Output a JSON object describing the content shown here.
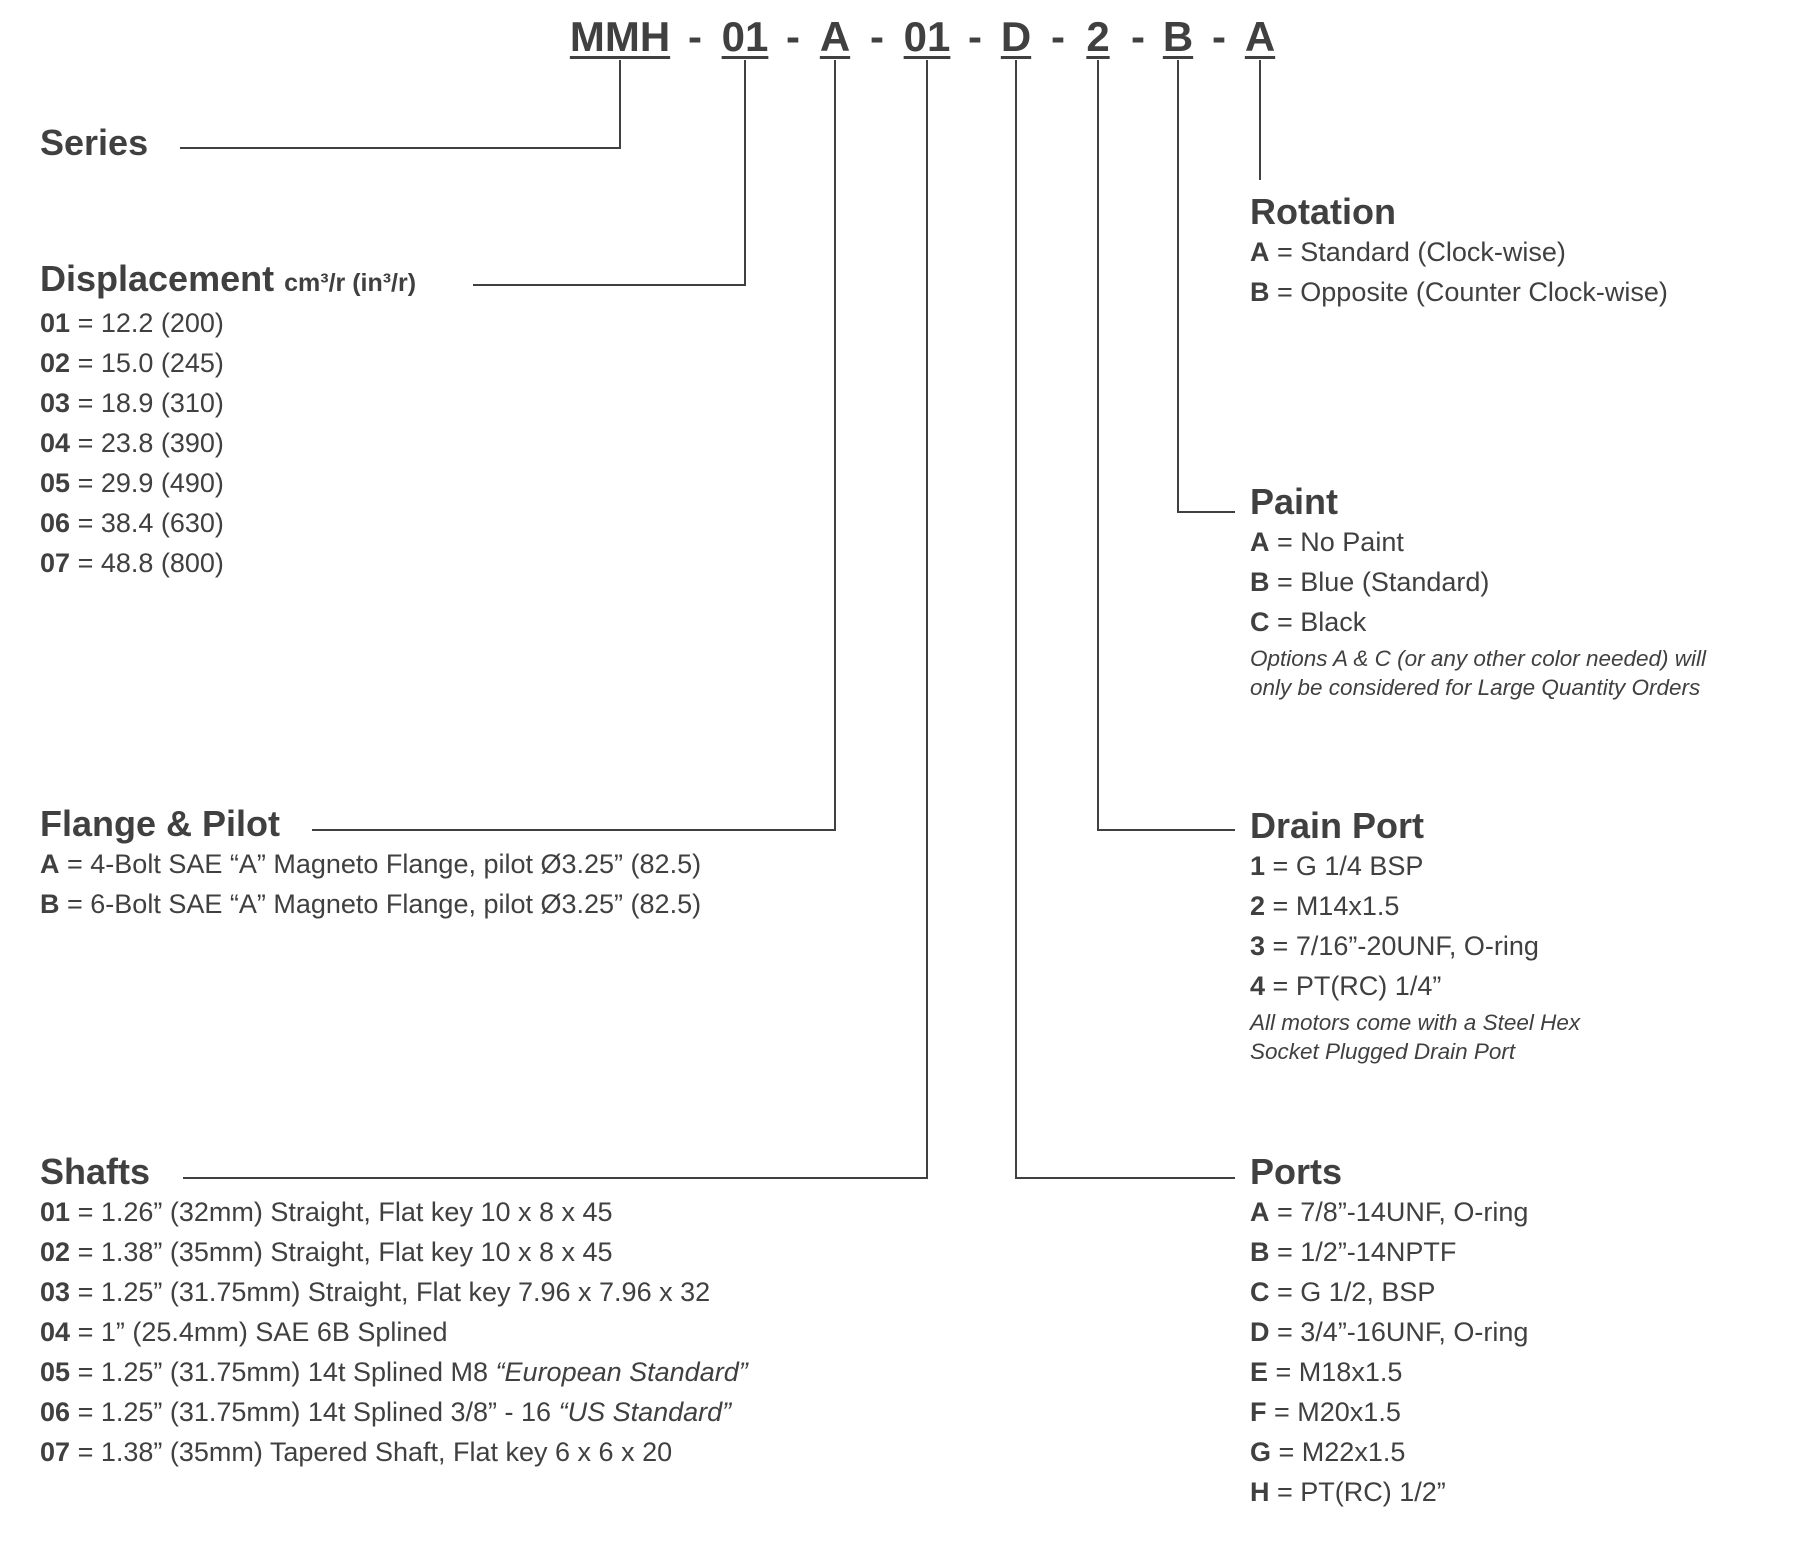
{
  "model_code": {
    "series": "MMH",
    "separator": "-",
    "segments": [
      "01",
      "A",
      "01",
      "D",
      "2",
      "B",
      "A"
    ]
  },
  "sections": {
    "series": {
      "title": "Series"
    },
    "displacement": {
      "title": "Displacement",
      "unit": "cm³/r (in³/r)",
      "options": [
        {
          "code": "01",
          "text": "= 12.2 (200)"
        },
        {
          "code": "02",
          "text": "= 15.0 (245)"
        },
        {
          "code": "03",
          "text": "= 18.9 (310)"
        },
        {
          "code": "04",
          "text": "= 23.8 (390)"
        },
        {
          "code": "05",
          "text": "= 29.9 (490)"
        },
        {
          "code": "06",
          "text": "= 38.4 (630)"
        },
        {
          "code": "07",
          "text": "= 48.8 (800)"
        }
      ]
    },
    "flange": {
      "title": "Flange & Pilot",
      "options": [
        {
          "code": "A",
          "text": "= 4-Bolt SAE “A” Magneto Flange, pilot Ø3.25” (82.5)"
        },
        {
          "code": "B",
          "text": "= 6-Bolt SAE “A” Magneto Flange, pilot Ø3.25” (82.5)"
        }
      ]
    },
    "shafts": {
      "title": "Shafts",
      "options": [
        {
          "code": "01",
          "text": "= 1.26” (32mm) Straight, Flat key 10 x 8 x 45",
          "italic": ""
        },
        {
          "code": "02",
          "text": "= 1.38” (35mm) Straight, Flat key 10 x 8 x 45",
          "italic": ""
        },
        {
          "code": "03",
          "text": "= 1.25” (31.75mm) Straight, Flat key 7.96 x 7.96 x 32",
          "italic": ""
        },
        {
          "code": "04",
          "text": "= 1” (25.4mm) SAE 6B Splined",
          "italic": ""
        },
        {
          "code": "05",
          "text": "= 1.25” (31.75mm) 14t Splined M8",
          "italic": "“European Standard”"
        },
        {
          "code": "06",
          "text": "= 1.25” (31.75mm) 14t Splined 3/8” - 16",
          "italic": "“US Standard”"
        },
        {
          "code": "07",
          "text": "= 1.38” (35mm) Tapered Shaft, Flat key 6 x 6 x 20",
          "italic": ""
        }
      ]
    },
    "rotation": {
      "title": "Rotation",
      "options": [
        {
          "code": "A",
          "text": "= Standard (Clock-wise)"
        },
        {
          "code": "B",
          "text": "= Opposite (Counter Clock-wise)"
        }
      ]
    },
    "paint": {
      "title": "Paint",
      "options": [
        {
          "code": "A",
          "text": "= No Paint"
        },
        {
          "code": "B",
          "text": "= Blue (Standard)"
        },
        {
          "code": "C",
          "text": "= Black"
        }
      ],
      "note": [
        "Options A & C (or any other color needed) will",
        "only be considered for Large Quantity Orders"
      ]
    },
    "drain": {
      "title": "Drain Port",
      "options": [
        {
          "code": "1",
          "text": "= G 1/4 BSP"
        },
        {
          "code": "2",
          "text": "= M14x1.5"
        },
        {
          "code": "3",
          "text": "= 7/16”-20UNF, O-ring"
        },
        {
          "code": "4",
          "text": "= PT(RC) 1/4”"
        }
      ],
      "note": [
        "All motors come with a Steel Hex",
        "Socket Plugged Drain Port"
      ]
    },
    "ports": {
      "title": "Ports",
      "options": [
        {
          "code": "A",
          "text": "= 7/8”-14UNF, O-ring"
        },
        {
          "code": "B",
          "text": "= 1/2”-14NPTF"
        },
        {
          "code": "C",
          "text": "= G 1/2, BSP"
        },
        {
          "code": "D",
          "text": "= 3/4”-16UNF, O-ring"
        },
        {
          "code": "E",
          "text": "= M18x1.5"
        },
        {
          "code": "F",
          "text": "= M20x1.5"
        },
        {
          "code": "G",
          "text": "= M22x1.5"
        },
        {
          "code": "H",
          "text": "= PT(RC) 1/2”"
        }
      ]
    }
  }
}
